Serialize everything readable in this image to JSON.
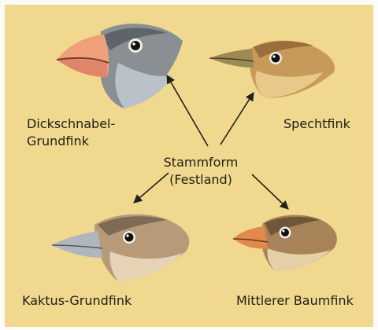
{
  "labels": {
    "dickschnabel_line1": "Dickschnabel-",
    "dickschnabel_line2": "Grundfink",
    "spechtfink": "Spechtfink",
    "stammform_line1": "Stammform",
    "stammform_line2": "(Festland)",
    "kaktus": "Kaktus-Grundfink",
    "mittlerer": "Mittlerer Baumfink"
  },
  "colors": {
    "panel": "#f0d88e",
    "page_background": "#fbfbf8",
    "arrow": "#222018",
    "text": "#222018"
  }
}
